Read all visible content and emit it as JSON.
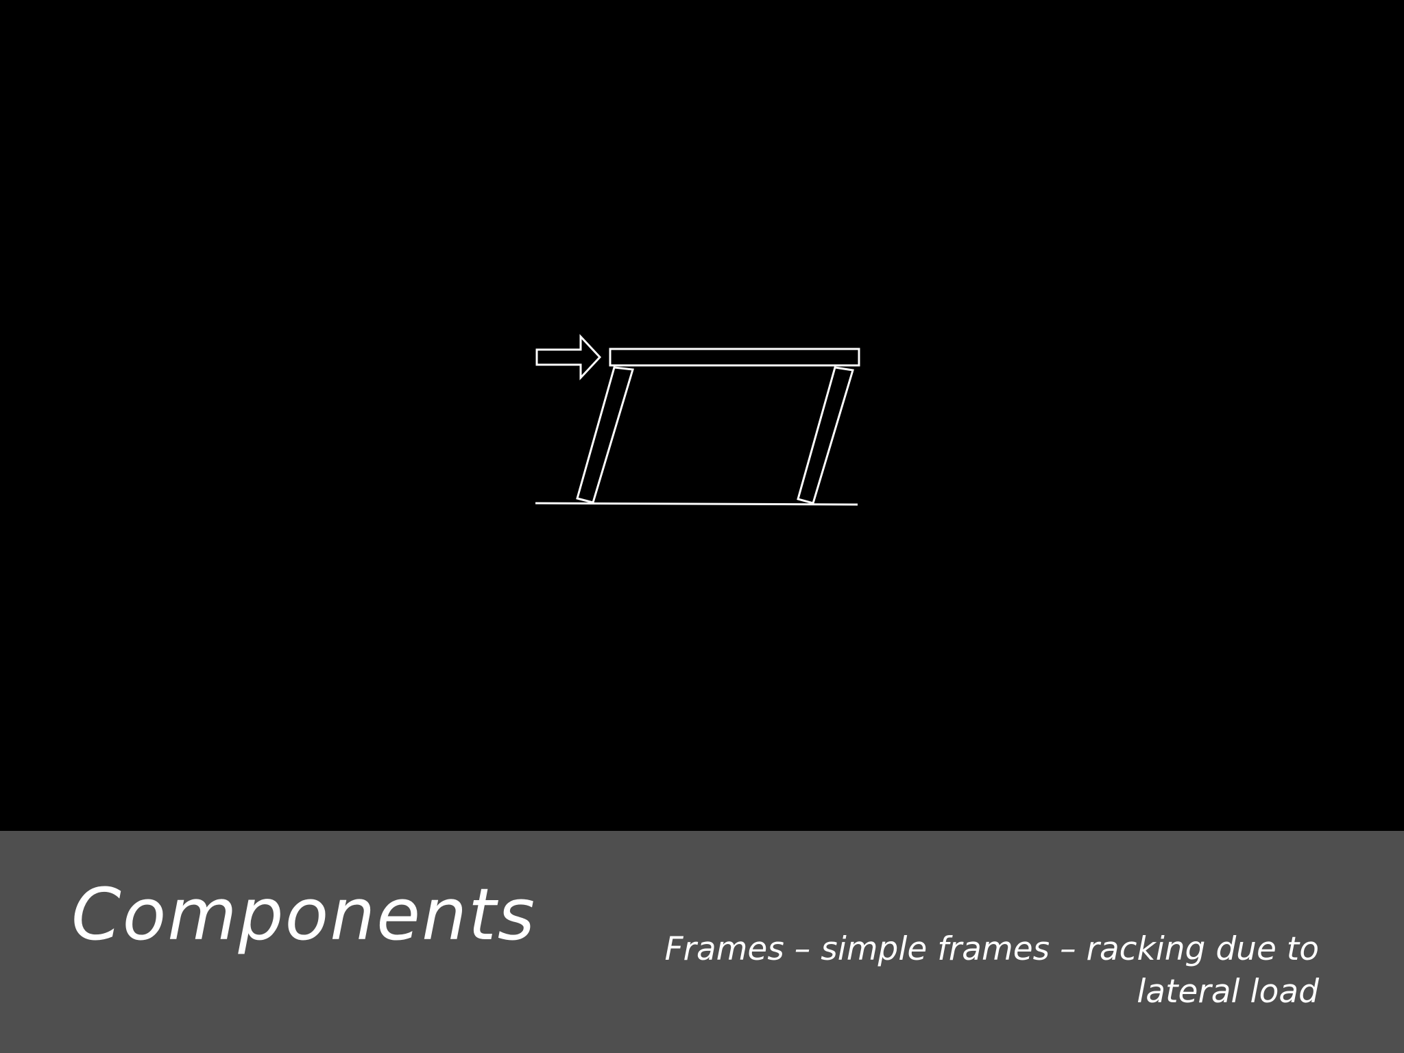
{
  "slide": {
    "title": "Components",
    "caption": "Frames – simple frames – racking due to lateral load",
    "colors": {
      "background": "#000000",
      "footer_band": "#4f4f4f",
      "line_work": "#ffffff",
      "text": "#ffffff"
    }
  },
  "diagram": {
    "subject": "simple frame racking under lateral load",
    "elements": [
      "load-arrow",
      "beam",
      "left-column",
      "right-column",
      "ground-line"
    ]
  }
}
